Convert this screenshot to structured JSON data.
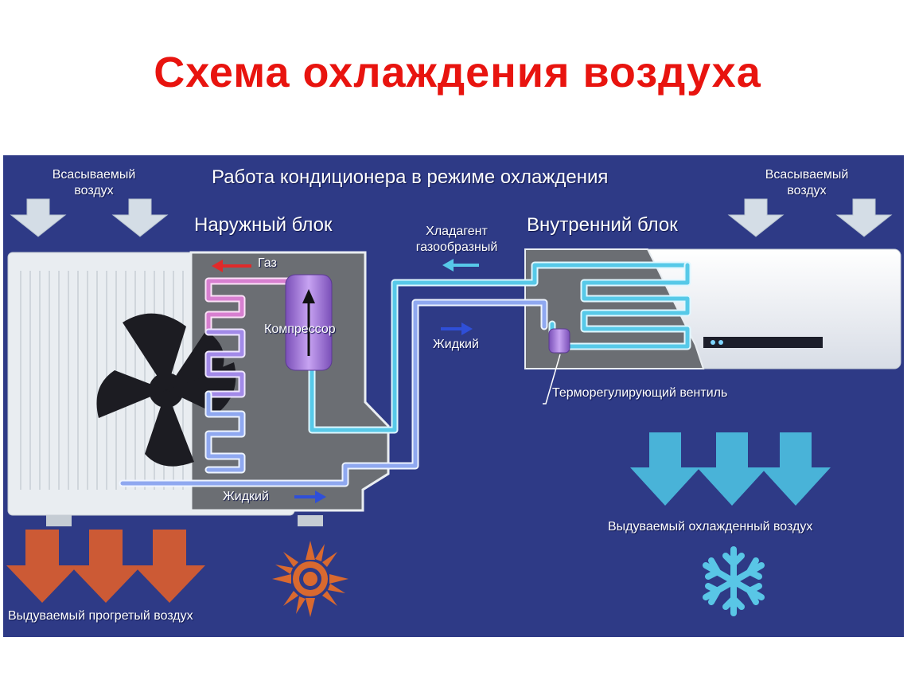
{
  "title": "Схема охлаждения воздуха",
  "diagram": {
    "heading": "Работа кондиционера в режиме охлаждения",
    "intake_left": "Всасываемый воздух",
    "intake_right": "Всасываемый воздух",
    "outdoor_unit": "Наружный блок",
    "indoor_unit": "Внутренний блок",
    "gas_label": "Газ",
    "compressor_label": "Компрессор",
    "refrigerant_gas": "Хладагент газообразный",
    "liquid_upper": "Жидкий",
    "liquid_lower": "Жидкий",
    "valve_label": "Терморегулирующий вентиль",
    "cool_air_out": "Выдуваемый охлажденный воздух",
    "warm_air_out": "Выдуваемый прогретый воздух",
    "colors": {
      "background": "#2e3a86",
      "gas_pipe": "#7fd6ff",
      "hot_pipe": "#e98be0",
      "liquid_pipe": "#9eb8ff",
      "warm_arrow": "#cc5a35",
      "cool_arrow": "#49b3d8",
      "title": "#e8140f"
    },
    "icons": [
      "sun-icon",
      "snowflake-icon",
      "fan-icon"
    ]
  }
}
